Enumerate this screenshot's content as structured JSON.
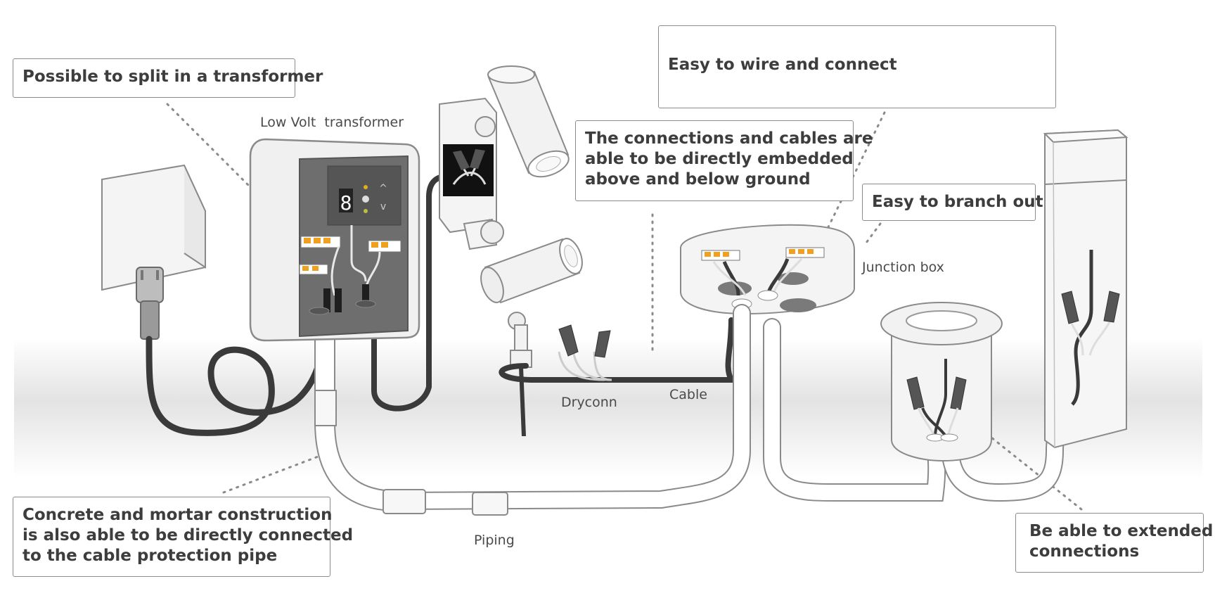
{
  "callouts": {
    "split": "Possible to split in a transformer",
    "wire": "Easy to wire and connect",
    "embedded": [
      "The connections and cables are",
      "able to be directly embedded",
      "above and below ground"
    ],
    "branch": "Easy to branch out",
    "concrete": [
      "Concrete and mortar construction",
      "is also able to be directly connected",
      "to the cable protection pipe"
    ],
    "extend": [
      "Be able to extended",
      "connections"
    ]
  },
  "labels": {
    "transformer": "Low Volt  transformer",
    "junction": "Junction box",
    "dryconn": "Dryconn",
    "cable": "Cable",
    "piping": "Piping"
  },
  "colors": {
    "connector_orange": "#f0a020",
    "cable": "#3a3a3a",
    "outline": "#8a8a8a",
    "ground": "#e6e6e6"
  },
  "icons": {
    "display_digit": "8"
  }
}
